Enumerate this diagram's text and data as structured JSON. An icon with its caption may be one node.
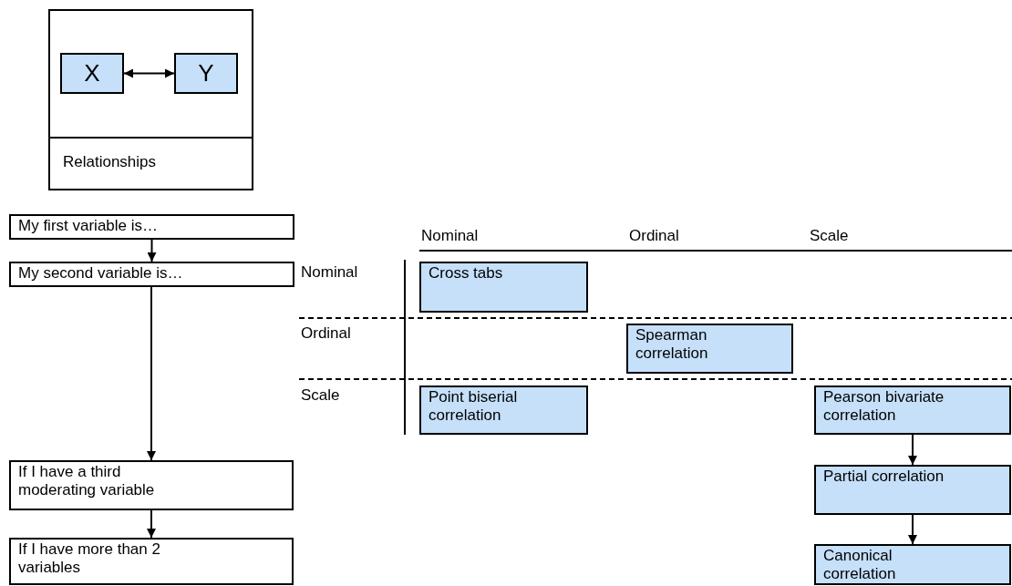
{
  "diagram": {
    "nodes": [
      {
        "text": [
          "Relationships"
        ]
      },
      {
        "text": [
          "X"
        ],
        "in": 0
      },
      {
        "text": [
          "Y"
        ],
        "in": 0
      },
      {
        "text": [
          "My first variable is…"
        ]
      },
      {
        "text": [
          "My second variable is…"
        ]
      },
      {
        "text": [
          "If I have a third moderating variable"
        ]
      },
      {
        "text": [
          "If I have more than 2 variables"
        ]
      },
      {
        "text": [
          "Cross tabs"
        ]
      },
      {
        "text": [
          "Spearman correlation"
        ]
      },
      {
        "text": [
          "Point biserial correlation"
        ]
      },
      {
        "text": [
          "Pearson bivariate correlation"
        ]
      },
      {
        "text": [
          "Partial correlation"
        ]
      },
      {
        "text": [
          "Canonical correlation"
        ]
      }
    ],
    "edges": [
      {
        "from": 1,
        "to": 2,
        "arrow": "both"
      },
      {
        "from": 3,
        "to": 4,
        "arrow": "to"
      },
      {
        "from": 4,
        "to": 5,
        "arrow": "to"
      },
      {
        "from": 5,
        "to": 6,
        "arrow": "to"
      },
      {
        "from": 10,
        "to": 11,
        "arrow": "to"
      },
      {
        "from": 11,
        "to": 12,
        "arrow": "to"
      }
    ],
    "labels": [
      "Nominal",
      "Ordinal",
      "Scale",
      "Nominal",
      "Ordinal",
      "Scale"
    ]
  }
}
